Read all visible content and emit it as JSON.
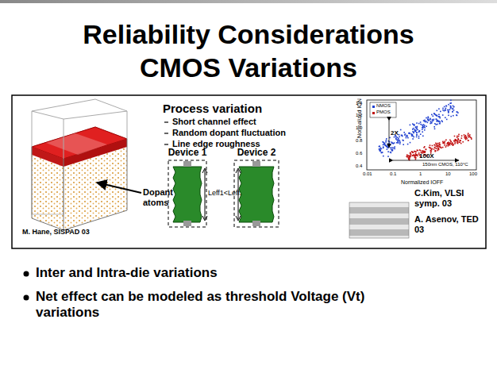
{
  "diagram": {
    "title": "Reliability Considerations CMOS Variations",
    "nodes": [
      {
        "text": [
          "Device 1"
        ]
      },
      {
        "text": [
          "Device 2"
        ]
      }
    ],
    "labels": [
      "Process variation",
      "Short channel effect",
      "Random dopant fluctuation",
      "Line edge roughness",
      "Dopant atoms",
      "M. Hane, SISPAD 03",
      "Leff1<Leff2",
      "NMOS",
      "PMOS",
      "Normalized ION",
      "Normalized IOFF",
      "2X",
      "100X",
      "150nm CMOS, 110°C",
      "1.4",
      "1.2",
      "1.0",
      "0.8",
      "0.6",
      "0.4",
      "0.01",
      "0.1",
      "1",
      "10",
      "100",
      "C.Kim, VLSI symp. 03",
      "A. Asenov, TED 03",
      "Inter and Intra-die variations",
      "Net effect can be modeled as threshold Voltage (Vt) variations"
    ]
  }
}
